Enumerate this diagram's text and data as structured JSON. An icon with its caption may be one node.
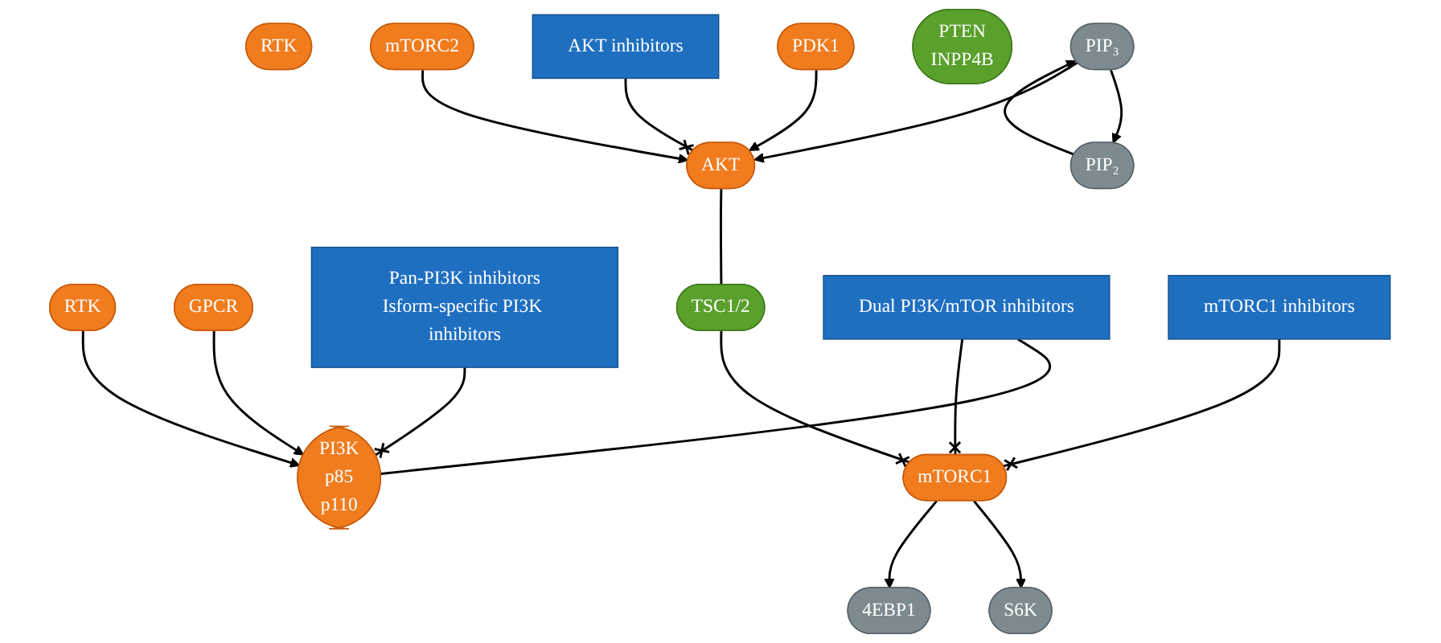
{
  "diagram": {
    "nodes": [
      {
        "text": [
          "RTK"
        ]
      },
      {
        "text": [
          "RTK"
        ]
      },
      {
        "text": [
          "GPCR"
        ]
      },
      {
        "text": [
          "Pan-PI3K inhibitors",
          "Isform-specific PI3K inhibitors"
        ]
      },
      {
        "text": [
          "PI3K",
          "p85",
          "p110"
        ]
      },
      {
        "text": [
          "PIP₃"
        ]
      },
      {
        "text": [
          "PDK1"
        ]
      },
      {
        "text": [
          "AKT"
        ]
      },
      {
        "text": [
          "AKT inhibitors"
        ]
      },
      {
        "text": [
          "PIP₂"
        ]
      },
      {
        "text": [
          "PTEN",
          "INPP4B"
        ]
      },
      {
        "text": [
          "TSC1/2"
        ]
      },
      {
        "text": [
          "mTORC2"
        ]
      },
      {
        "text": [
          "Dual PI3K/mTOR inhibitors"
        ]
      },
      {
        "text": [
          "mTORC1"
        ]
      },
      {
        "text": [
          "mTORC1 inhibitors"
        ]
      },
      {
        "text": [
          "S6K"
        ]
      },
      {
        "text": [
          "4EBP1"
        ]
      }
    ],
    "edges": [
      {
        "from": 1,
        "to": 4,
        "arrow": "to"
      },
      {
        "from": 2,
        "to": 4,
        "arrow": "to"
      },
      {
        "from": 3,
        "to": 4,
        "arrow": "other"
      },
      {
        "from": 9,
        "to": 5,
        "arrow": "to"
      },
      {
        "from": 5,
        "to": 9,
        "arrow": "to"
      },
      {
        "from": 5,
        "to": 7,
        "arrow": "to"
      },
      {
        "from": 6,
        "to": 7,
        "arrow": "to"
      },
      {
        "from": 8,
        "to": 7,
        "arrow": "other"
      },
      {
        "from": 7,
        "to": 11,
        "arrow": "none"
      },
      {
        "from": 12,
        "to": 7,
        "arrow": "to"
      },
      {
        "from": 13,
        "to": 4,
        "arrow": "none"
      },
      {
        "from": 11,
        "to": 14,
        "arrow": "other"
      },
      {
        "from": 13,
        "to": 14,
        "arrow": "other"
      },
      {
        "from": 15,
        "to": 14,
        "arrow": "other"
      },
      {
        "from": 14,
        "to": 16,
        "arrow": "to"
      },
      {
        "from": 14,
        "to": 17,
        "arrow": "to"
      }
    ]
  }
}
